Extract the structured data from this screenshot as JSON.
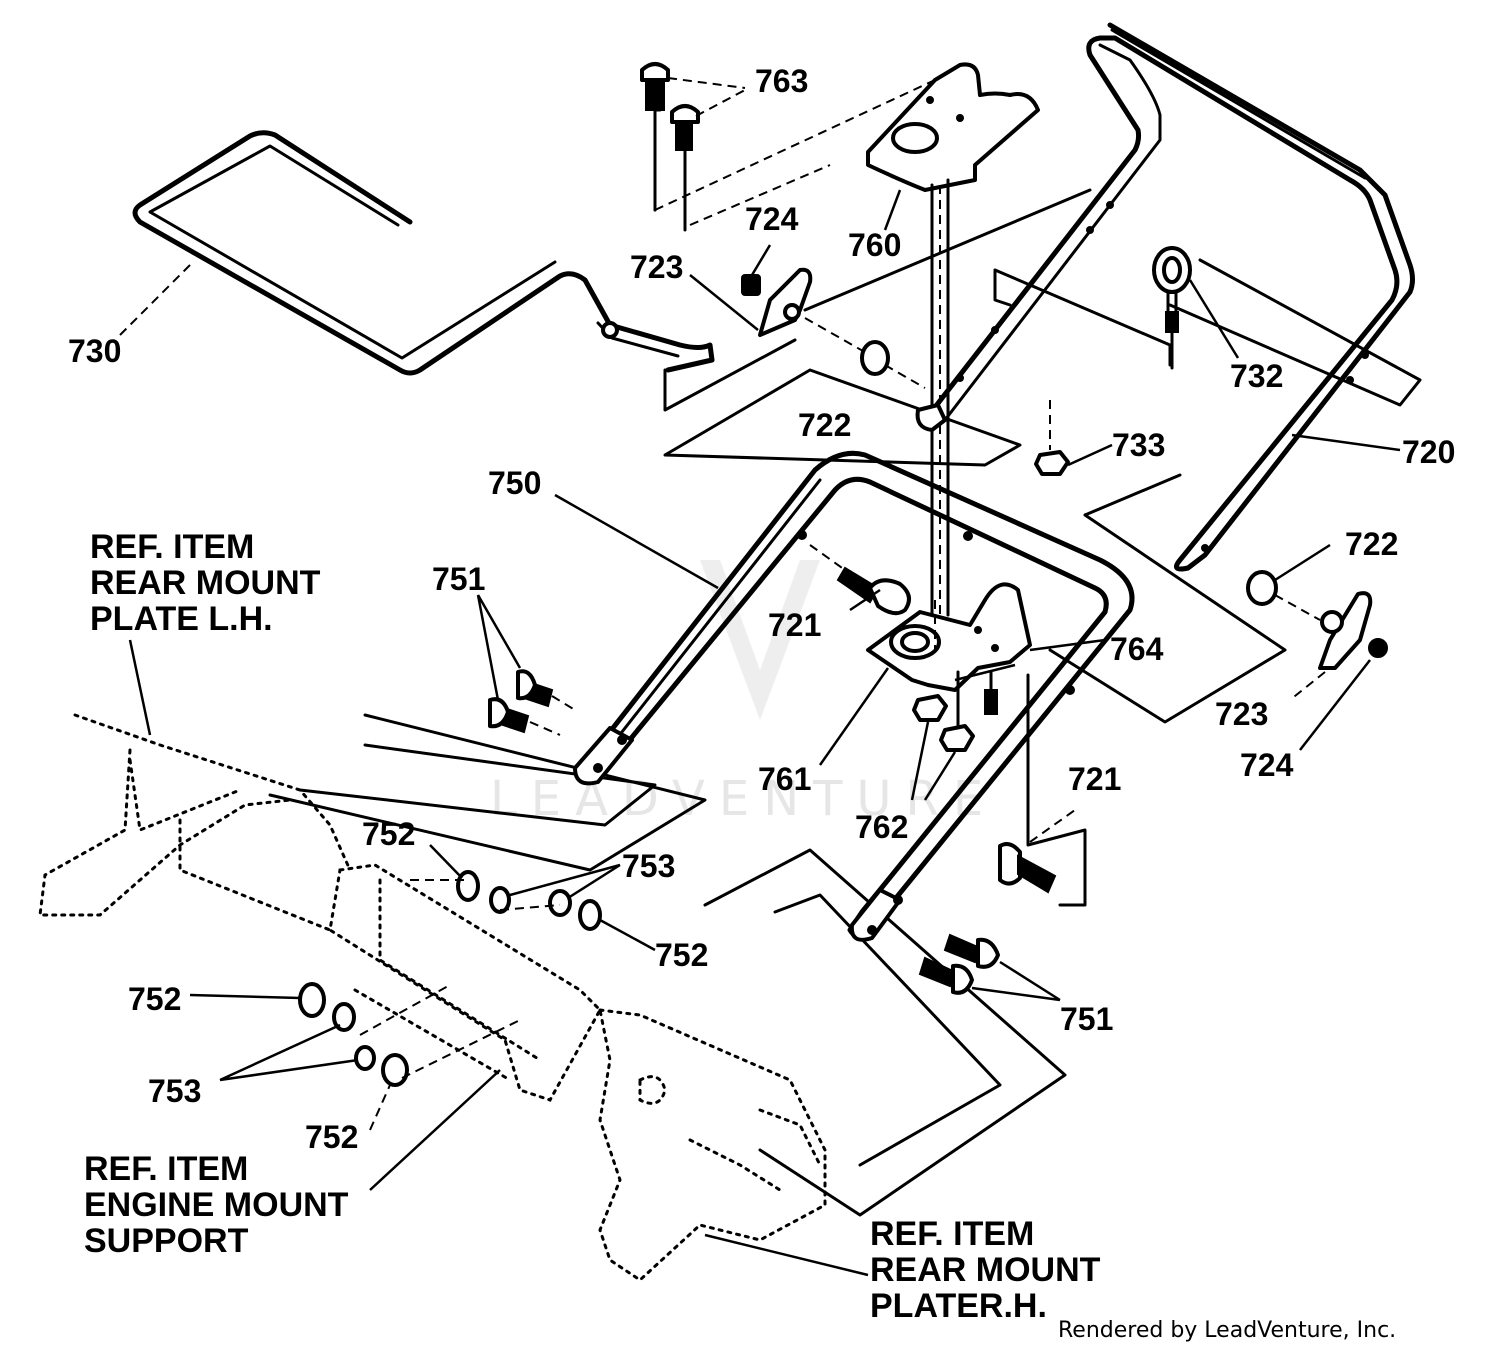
{
  "callouts": {
    "c763": "763",
    "c760": "760",
    "c724a": "724",
    "c723a": "723",
    "c730": "730",
    "c732": "732",
    "c722a": "722",
    "c733": "733",
    "c720": "720",
    "c750": "750",
    "c722b": "722",
    "c751a": "751",
    "c721a": "721",
    "c764": "764",
    "c723b": "723",
    "c724b": "724",
    "c761": "761",
    "c721b": "721",
    "c762": "762",
    "c752a": "752",
    "c753a": "753",
    "c752b": "752",
    "c752c": "752",
    "c751b": "751",
    "c753b": "753",
    "c752d": "752"
  },
  "refs": {
    "rear_lh": [
      "REF. ITEM",
      "REAR MOUNT",
      "PLATE L.H."
    ],
    "engine": [
      "REF. ITEM",
      "ENGINE MOUNT",
      "SUPPORT"
    ],
    "rear_rh": [
      "REF. ITEM",
      "REAR MOUNT",
      "PLATER.H."
    ]
  },
  "footer": "Rendered by LeadVenture, Inc.",
  "watermark": "LEADVENTURE"
}
